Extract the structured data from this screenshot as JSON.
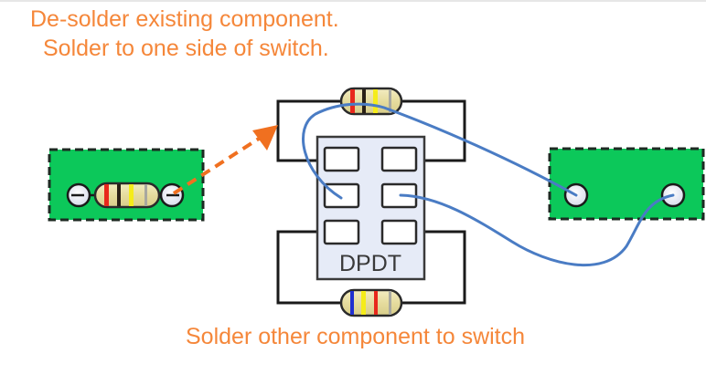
{
  "annotations": {
    "top_line_1": "De-solder existing component.",
    "top_line_2": "Solder to one side of switch.",
    "bottom": "Solder other component to switch"
  },
  "switch": {
    "label": "DPDT",
    "type": "double-pole double-throw",
    "terminal_count": 6
  },
  "components": {
    "original_resistor": {
      "location": "left board",
      "bands": [
        "red",
        "black",
        "yellow",
        "gray"
      ]
    },
    "top_resistor": {
      "location": "switch top throw",
      "bands": [
        "red",
        "black",
        "yellow",
        "gray"
      ]
    },
    "bottom_resistor": {
      "location": "switch bottom throw",
      "bands": [
        "blue",
        "yellow",
        "red",
        "gray"
      ]
    }
  },
  "boards": {
    "left": {
      "label": "",
      "pads": 2
    },
    "right": {
      "label": "",
      "pads": 2
    }
  },
  "colors": {
    "annotation": "#f5873a",
    "arrow": "#f07020",
    "board": "#0cc85a",
    "wire": "#4a7cc4",
    "switch_body": "#e6ebf7",
    "resistor_body": "#eae0a6",
    "band_red": "#e8281c",
    "band_black": "#2a2016",
    "band_yellow": "#f5ec1a",
    "band_gray": "#a8a8a0",
    "band_blue": "#2030d0"
  }
}
